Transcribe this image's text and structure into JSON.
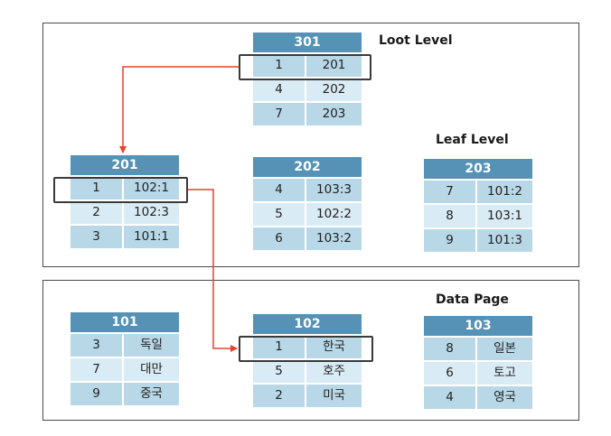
{
  "labels": {
    "root_level": "Loot Level",
    "leaf_level": "Leaf Level",
    "data_page": "Data Page"
  },
  "colors": {
    "header": "#5592b5",
    "row_dark": "#b8d8e8",
    "row_light": "#d9ebf4",
    "arrow": "#e8402a"
  },
  "tables": {
    "t301": {
      "title": "301",
      "rows": [
        [
          "1",
          "201"
        ],
        [
          "4",
          "202"
        ],
        [
          "7",
          "203"
        ]
      ]
    },
    "t201": {
      "title": "201",
      "rows": [
        [
          "1",
          "102:1"
        ],
        [
          "2",
          "102:3"
        ],
        [
          "3",
          "101:1"
        ]
      ]
    },
    "t202": {
      "title": "202",
      "rows": [
        [
          "4",
          "103:3"
        ],
        [
          "5",
          "102:2"
        ],
        [
          "6",
          "103:2"
        ]
      ]
    },
    "t203": {
      "title": "203",
      "rows": [
        [
          "7",
          "101:2"
        ],
        [
          "8",
          "103:1"
        ],
        [
          "9",
          "101:3"
        ]
      ]
    },
    "t101": {
      "title": "101",
      "rows": [
        [
          "3",
          "독일"
        ],
        [
          "7",
          "대만"
        ],
        [
          "9",
          "중국"
        ]
      ]
    },
    "t102": {
      "title": "102",
      "rows": [
        [
          "1",
          "한국"
        ],
        [
          "5",
          "호주"
        ],
        [
          "2",
          "미국"
        ]
      ]
    },
    "t103": {
      "title": "103",
      "rows": [
        [
          "8",
          "일본"
        ],
        [
          "6",
          "토고"
        ],
        [
          "4",
          "영국"
        ]
      ]
    }
  }
}
